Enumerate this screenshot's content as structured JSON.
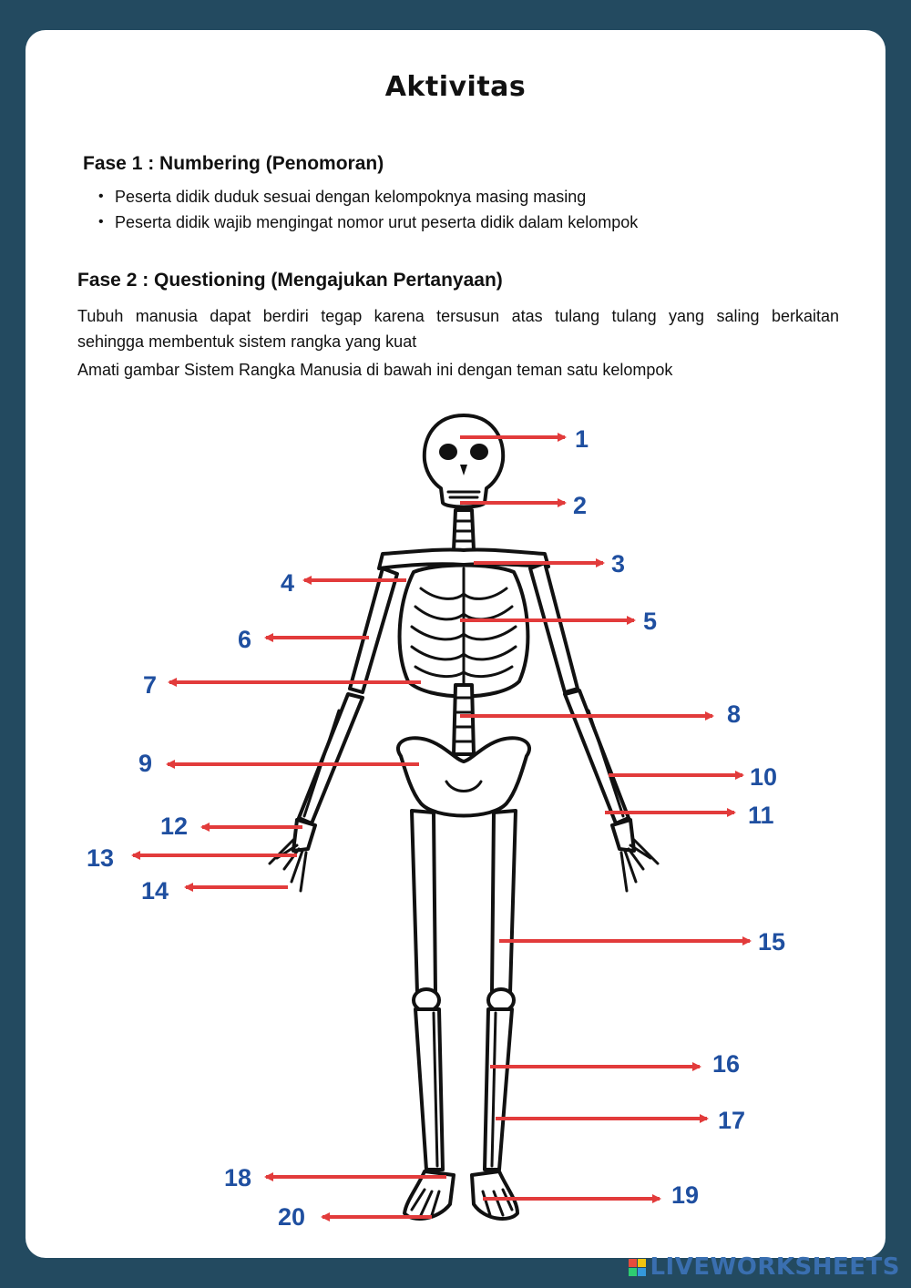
{
  "title": "Aktivitas",
  "phase1": {
    "heading": "Fase 1 : Numbering (Penomoran)",
    "bullets": [
      "Peserta didik duduk sesuai dengan kelompoknya masing masing",
      "Peserta didik wajib mengingat nomor urut peserta didik dalam kelompok"
    ]
  },
  "phase2": {
    "heading": "Fase 2 : Questioning (Mengajukan Pertanyaan)",
    "para1_line1": "Tubuh manusia dapat berdiri tegap karena tersusun atas tulang tulang yang saling berkaitan",
    "para1_line2": "sehingga membentuk sistem rangka yang kuat",
    "para2": "Amati gambar Sistem Rangka Manusia di bawah ini dengan teman satu kelompok"
  },
  "figure": {
    "labels": [
      "1",
      "2",
      "3",
      "4",
      "5",
      "6",
      "7",
      "8",
      "9",
      "10",
      "11",
      "12",
      "13",
      "14",
      "15",
      "16",
      "17",
      "18",
      "19",
      "20"
    ],
    "arrow_color": "#e23b3b",
    "number_color": "#1f4fa0"
  },
  "brand": {
    "text": "LIVEWORKSHEETS",
    "colors": [
      "#e74c3c",
      "#f1c40f",
      "#2ecc71",
      "#3498db"
    ]
  }
}
